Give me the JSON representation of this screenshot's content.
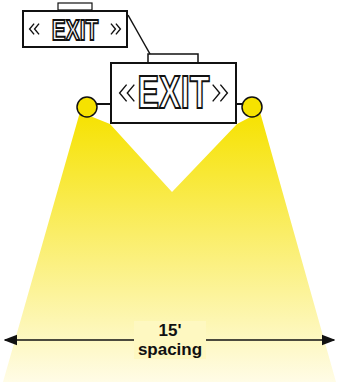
{
  "diagram": {
    "nodes": [
      {
        "text": [
          "EXIT"
        ]
      },
      {
        "text": [
          "EXIT"
        ]
      }
    ],
    "edges": [
      {
        "from": 0,
        "to": 1,
        "arrow": "none"
      }
    ],
    "labels": [
      "15' spacing"
    ]
  }
}
